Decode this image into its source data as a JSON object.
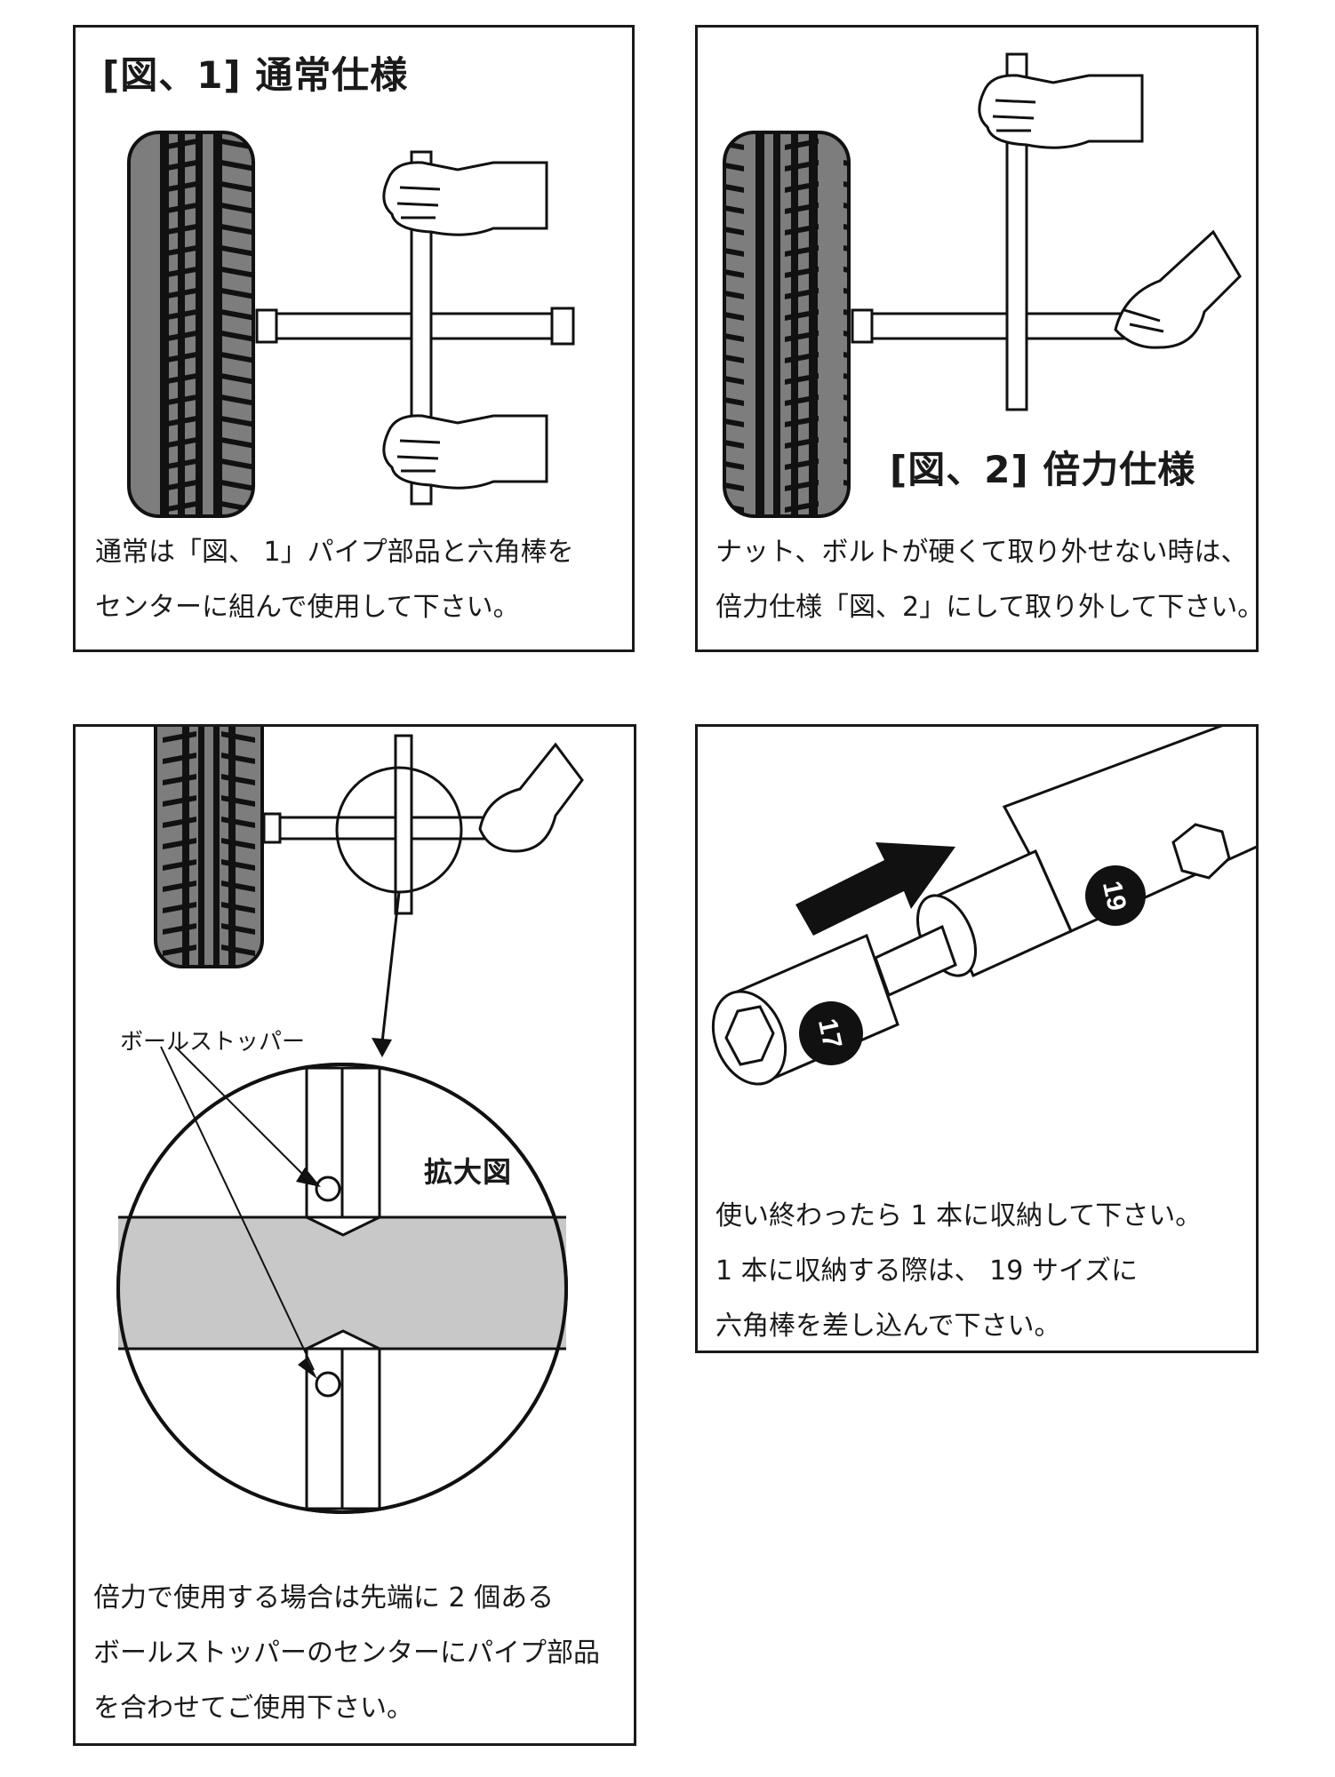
{
  "panels": [
    {
      "title": "[図、1] 通常仕様",
      "caption": [
        "通常は「図、 1」パイプ部品と六角棒を",
        "センターに組んで使用して下さい。"
      ]
    },
    {
      "title": "[図、2] 倍力仕様",
      "caption": [
        "ナット、ボルトが硬くて取り外せない時は、",
        "倍力仕様「図、2」にして取り外して下さい。"
      ]
    },
    {
      "zoom_label": "拡大図",
      "stopper_label": "ボールストッパー",
      "caption": [
        "倍力で使用する場合は先端に 2 個ある",
        "ボールストッパーのセンターにパイプ部品",
        "を合わせてご使用下さい。"
      ]
    },
    {
      "socket_small": "17",
      "socket_large": "19",
      "caption": [
        "使い終わったら 1 本に収納して下さい。",
        "1 本に収納する際は、 19 サイズに",
        "六角棒を差し込んで下さい。"
      ]
    }
  ],
  "colors": {
    "ink": "#1a1a1a",
    "tire_fill": "#7d7d7d",
    "zoom_fill": "#c8c8c8"
  }
}
